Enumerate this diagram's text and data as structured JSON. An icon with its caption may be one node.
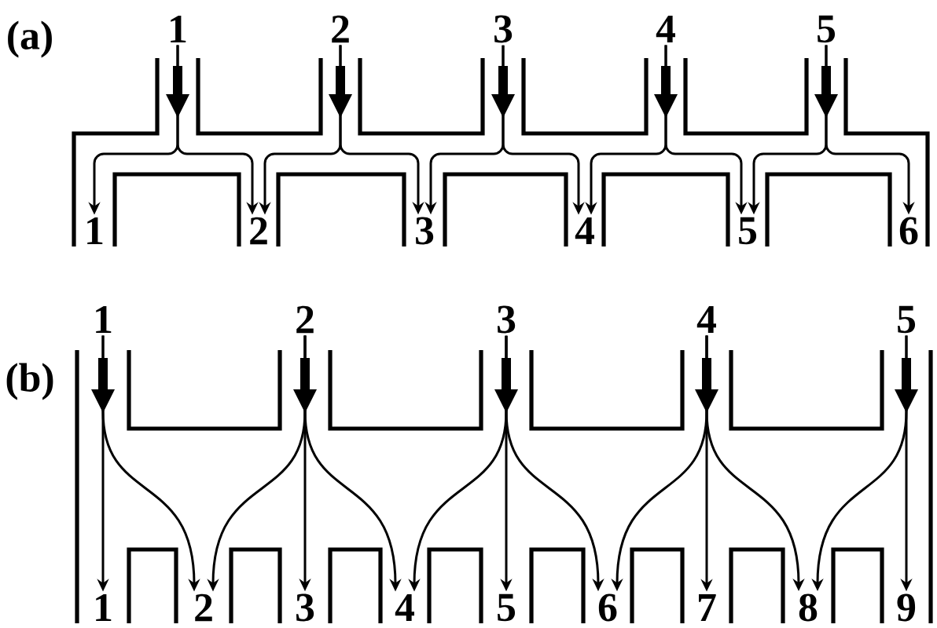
{
  "diagram": {
    "nodes": [
      {
        "text": [
          "1"
        ]
      },
      {
        "text": [
          "2"
        ]
      },
      {
        "text": [
          "3"
        ]
      },
      {
        "text": [
          "4"
        ]
      },
      {
        "text": [
          "5"
        ]
      },
      {
        "text": [
          "1"
        ]
      },
      {
        "text": [
          "2"
        ]
      },
      {
        "text": [
          "3"
        ]
      },
      {
        "text": [
          "4"
        ]
      },
      {
        "text": [
          "5"
        ]
      },
      {
        "text": [
          "6"
        ]
      },
      {
        "text": [
          "1"
        ]
      },
      {
        "text": [
          "2"
        ]
      },
      {
        "text": [
          "3"
        ]
      },
      {
        "text": [
          "4"
        ]
      },
      {
        "text": [
          "5"
        ]
      },
      {
        "text": [
          "1"
        ]
      },
      {
        "text": [
          "2"
        ]
      },
      {
        "text": [
          "3"
        ]
      },
      {
        "text": [
          "4"
        ]
      },
      {
        "text": [
          "5"
        ]
      },
      {
        "text": [
          "6"
        ]
      },
      {
        "text": [
          "7"
        ]
      },
      {
        "text": [
          "8"
        ]
      },
      {
        "text": [
          "9"
        ]
      }
    ],
    "edges": [
      {
        "from": 0,
        "to": 5,
        "arrow": "to"
      },
      {
        "from": 0,
        "to": 6,
        "arrow": "to"
      },
      {
        "from": 1,
        "to": 6,
        "arrow": "to"
      },
      {
        "from": 1,
        "to": 7,
        "arrow": "to"
      },
      {
        "from": 2,
        "to": 7,
        "arrow": "to"
      },
      {
        "from": 2,
        "to": 8,
        "arrow": "to"
      },
      {
        "from": 3,
        "to": 8,
        "arrow": "to"
      },
      {
        "from": 3,
        "to": 9,
        "arrow": "to"
      },
      {
        "from": 4,
        "to": 9,
        "arrow": "to"
      },
      {
        "from": 4,
        "to": 10,
        "arrow": "to"
      },
      {
        "from": 11,
        "to": 16,
        "arrow": "to"
      },
      {
        "from": 11,
        "to": 17,
        "arrow": "to"
      },
      {
        "from": 12,
        "to": 17,
        "arrow": "to"
      },
      {
        "from": 12,
        "to": 18,
        "arrow": "to"
      },
      {
        "from": 12,
        "to": 19,
        "arrow": "to"
      },
      {
        "from": 13,
        "to": 19,
        "arrow": "to"
      },
      {
        "from": 13,
        "to": 20,
        "arrow": "to"
      },
      {
        "from": 13,
        "to": 21,
        "arrow": "to"
      },
      {
        "from": 14,
        "to": 21,
        "arrow": "to"
      },
      {
        "from": 14,
        "to": 22,
        "arrow": "to"
      },
      {
        "from": 14,
        "to": 23,
        "arrow": "to"
      },
      {
        "from": 15,
        "to": 23,
        "arrow": "to"
      },
      {
        "from": 15,
        "to": 24,
        "arrow": "to"
      }
    ],
    "labels": [
      "(a)",
      "(b)"
    ]
  }
}
